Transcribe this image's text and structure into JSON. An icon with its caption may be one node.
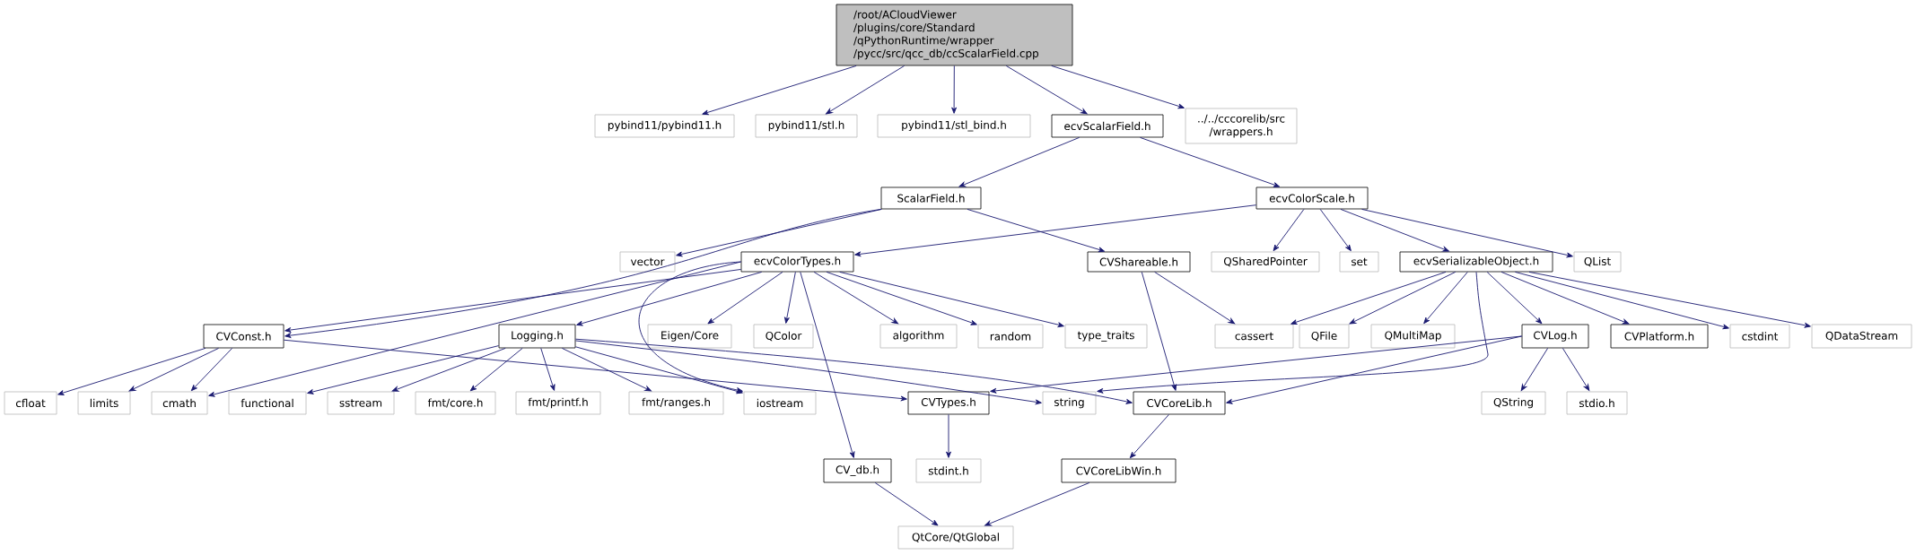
{
  "diagram": {
    "nodes": [
      {
        "text": [
          "/root/ACloudViewer /plugins/core/Standard /qPythonRuntime/wrapper /pycc/src/qcc_db/ccScalarField.cpp"
        ]
      },
      {
        "text": [
          "pybind11/pybind11.h"
        ]
      },
      {
        "text": [
          "pybind11/stl.h"
        ]
      },
      {
        "text": [
          "pybind11/stl_bind.h"
        ]
      },
      {
        "text": [
          "ecvScalarField.h"
        ]
      },
      {
        "text": [
          "../../cccorelib/src /wrappers.h"
        ]
      },
      {
        "text": [
          "ScalarField.h"
        ]
      },
      {
        "text": [
          "ecvColorScale.h"
        ]
      },
      {
        "text": [
          "vector"
        ]
      },
      {
        "text": [
          "ecvColorTypes.h"
        ]
      },
      {
        "text": [
          "CVShareable.h"
        ]
      },
      {
        "text": [
          "QSharedPointer"
        ]
      },
      {
        "text": [
          "set"
        ]
      },
      {
        "text": [
          "ecvSerializableObject.h"
        ]
      },
      {
        "text": [
          "QList"
        ]
      },
      {
        "text": [
          "CVConst.h"
        ]
      },
      {
        "text": [
          "Logging.h"
        ]
      },
      {
        "text": [
          "cfloat"
        ]
      },
      {
        "text": [
          "limits"
        ]
      },
      {
        "text": [
          "cmath"
        ]
      },
      {
        "text": [
          "functional"
        ]
      },
      {
        "text": [
          "sstream"
        ]
      },
      {
        "text": [
          "fmt/core.h"
        ]
      },
      {
        "text": [
          "fmt/printf.h"
        ]
      },
      {
        "text": [
          "fmt/ranges.h"
        ]
      },
      {
        "text": [
          "iostream"
        ]
      },
      {
        "text": [
          "Eigen/Core"
        ]
      },
      {
        "text": [
          "QColor"
        ]
      },
      {
        "text": [
          "algorithm"
        ]
      },
      {
        "text": [
          "random"
        ]
      },
      {
        "text": [
          "type_traits"
        ]
      },
      {
        "text": [
          "cassert"
        ]
      },
      {
        "text": [
          "QFile"
        ]
      },
      {
        "text": [
          "QMultiMap"
        ]
      },
      {
        "text": [
          "CVLog.h"
        ]
      },
      {
        "text": [
          "CVPlatform.h"
        ]
      },
      {
        "text": [
          "cstdint"
        ]
      },
      {
        "text": [
          "QDataStream"
        ]
      },
      {
        "text": [
          "CVTypes.h"
        ]
      },
      {
        "text": [
          "string"
        ]
      },
      {
        "text": [
          "CVCoreLib.h"
        ]
      },
      {
        "text": [
          "QString"
        ]
      },
      {
        "text": [
          "stdio.h"
        ]
      },
      {
        "text": [
          "CV_db.h"
        ]
      },
      {
        "text": [
          "stdint.h"
        ]
      },
      {
        "text": [
          "CVCoreLibWin.h"
        ]
      },
      {
        "text": [
          "QtCore/QtGlobal"
        ]
      }
    ],
    "edges": [
      {
        "from": 0,
        "to": 1,
        "arrow": "to"
      },
      {
        "from": 0,
        "to": 2,
        "arrow": "to"
      },
      {
        "from": 0,
        "to": 3,
        "arrow": "to"
      },
      {
        "from": 0,
        "to": 4,
        "arrow": "to"
      },
      {
        "from": 0,
        "to": 5,
        "arrow": "to"
      },
      {
        "from": 4,
        "to": 6,
        "arrow": "to"
      },
      {
        "from": 4,
        "to": 7,
        "arrow": "to"
      },
      {
        "from": 6,
        "to": 8,
        "arrow": "to"
      },
      {
        "from": 6,
        "to": 15,
        "arrow": "to"
      },
      {
        "from": 6,
        "to": 10,
        "arrow": "to"
      },
      {
        "from": 7,
        "to": 9,
        "arrow": "to"
      },
      {
        "from": 7,
        "to": 11,
        "arrow": "to"
      },
      {
        "from": 7,
        "to": 12,
        "arrow": "to"
      },
      {
        "from": 7,
        "to": 13,
        "arrow": "to"
      },
      {
        "from": 7,
        "to": 14,
        "arrow": "to"
      },
      {
        "from": 9,
        "to": 15,
        "arrow": "to"
      },
      {
        "from": 9,
        "to": 19,
        "arrow": "to"
      },
      {
        "from": 9,
        "to": 16,
        "arrow": "to"
      },
      {
        "from": 9,
        "to": 25,
        "arrow": "to"
      },
      {
        "from": 9,
        "to": 26,
        "arrow": "to"
      },
      {
        "from": 9,
        "to": 27,
        "arrow": "to"
      },
      {
        "from": 9,
        "to": 28,
        "arrow": "to"
      },
      {
        "from": 9,
        "to": 29,
        "arrow": "to"
      },
      {
        "from": 9,
        "to": 30,
        "arrow": "to"
      },
      {
        "from": 9,
        "to": 43,
        "arrow": "to"
      },
      {
        "from": 10,
        "to": 31,
        "arrow": "to"
      },
      {
        "from": 10,
        "to": 40,
        "arrow": "to"
      },
      {
        "from": 13,
        "to": 31,
        "arrow": "to"
      },
      {
        "from": 13,
        "to": 32,
        "arrow": "to"
      },
      {
        "from": 13,
        "to": 33,
        "arrow": "to"
      },
      {
        "from": 13,
        "to": 34,
        "arrow": "to"
      },
      {
        "from": 13,
        "to": 35,
        "arrow": "to"
      },
      {
        "from": 13,
        "to": 36,
        "arrow": "to"
      },
      {
        "from": 13,
        "to": 37,
        "arrow": "to"
      },
      {
        "from": 13,
        "to": 39,
        "arrow": "to"
      },
      {
        "from": 15,
        "to": 17,
        "arrow": "to"
      },
      {
        "from": 15,
        "to": 18,
        "arrow": "to"
      },
      {
        "from": 15,
        "to": 19,
        "arrow": "to"
      },
      {
        "from": 15,
        "to": 38,
        "arrow": "to"
      },
      {
        "from": 16,
        "to": 20,
        "arrow": "to"
      },
      {
        "from": 16,
        "to": 21,
        "arrow": "to"
      },
      {
        "from": 16,
        "to": 22,
        "arrow": "to"
      },
      {
        "from": 16,
        "to": 23,
        "arrow": "to"
      },
      {
        "from": 16,
        "to": 24,
        "arrow": "to"
      },
      {
        "from": 16,
        "to": 25,
        "arrow": "to"
      },
      {
        "from": 16,
        "to": 39,
        "arrow": "to"
      },
      {
        "from": 16,
        "to": 40,
        "arrow": "to"
      },
      {
        "from": 34,
        "to": 38,
        "arrow": "to"
      },
      {
        "from": 34,
        "to": 40,
        "arrow": "to"
      },
      {
        "from": 34,
        "to": 41,
        "arrow": "to"
      },
      {
        "from": 34,
        "to": 42,
        "arrow": "to"
      },
      {
        "from": 38,
        "to": 44,
        "arrow": "to"
      },
      {
        "from": 40,
        "to": 45,
        "arrow": "to"
      },
      {
        "from": 43,
        "to": 46,
        "arrow": "to"
      },
      {
        "from": 45,
        "to": 46,
        "arrow": "to"
      }
    ]
  }
}
